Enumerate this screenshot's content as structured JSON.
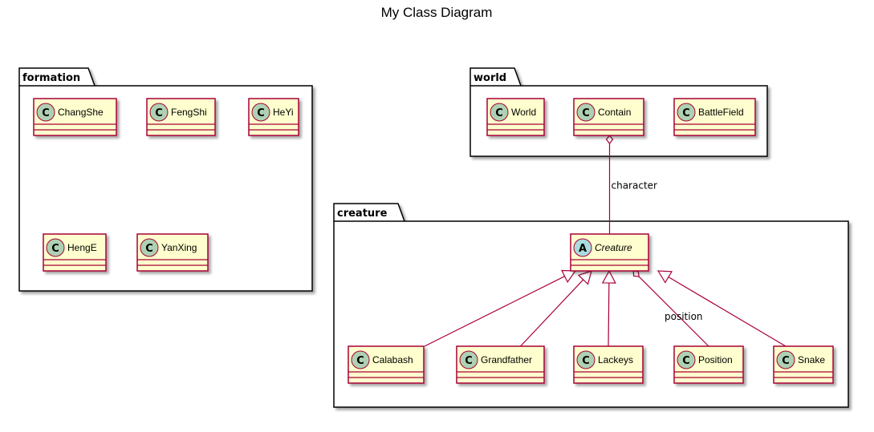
{
  "title": "My Class Diagram",
  "packages": {
    "formation": {
      "label": "formation",
      "classes": [
        {
          "name": "ChangShe",
          "kind": "C"
        },
        {
          "name": "FengShi",
          "kind": "C"
        },
        {
          "name": "HeYi",
          "kind": "C"
        },
        {
          "name": "HengE",
          "kind": "C"
        },
        {
          "name": "YanXing",
          "kind": "C"
        }
      ]
    },
    "world": {
      "label": "world",
      "classes": [
        {
          "name": "World",
          "kind": "C"
        },
        {
          "name": "Contain",
          "kind": "C"
        },
        {
          "name": "BattleField",
          "kind": "C"
        }
      ]
    },
    "creature": {
      "label": "creature",
      "classes": [
        {
          "name": "Creature",
          "kind": "A",
          "abstract": true
        },
        {
          "name": "Calabash",
          "kind": "C"
        },
        {
          "name": "Grandfather",
          "kind": "C"
        },
        {
          "name": "Lackeys",
          "kind": "C"
        },
        {
          "name": "Position",
          "kind": "C"
        },
        {
          "name": "Snake",
          "kind": "C"
        }
      ]
    }
  },
  "relations": [
    {
      "from": "Contain",
      "to": "Creature",
      "type": "aggregation",
      "label": "character"
    },
    {
      "from": "Creature",
      "to": "Position",
      "type": "aggregation",
      "label": "position"
    },
    {
      "from": "Calabash",
      "to": "Creature",
      "type": "inheritance"
    },
    {
      "from": "Grandfather",
      "to": "Creature",
      "type": "inheritance"
    },
    {
      "from": "Lackeys",
      "to": "Creature",
      "type": "inheritance"
    },
    {
      "from": "Snake",
      "to": "Creature",
      "type": "inheritance"
    }
  ],
  "colors": {
    "class_fill": "#FEFECE",
    "class_border": "#A80036",
    "circle_C": "#ADD1B2",
    "circle_A": "#A9DCDF",
    "edge": "#A80036",
    "package_border": "#000000"
  }
}
